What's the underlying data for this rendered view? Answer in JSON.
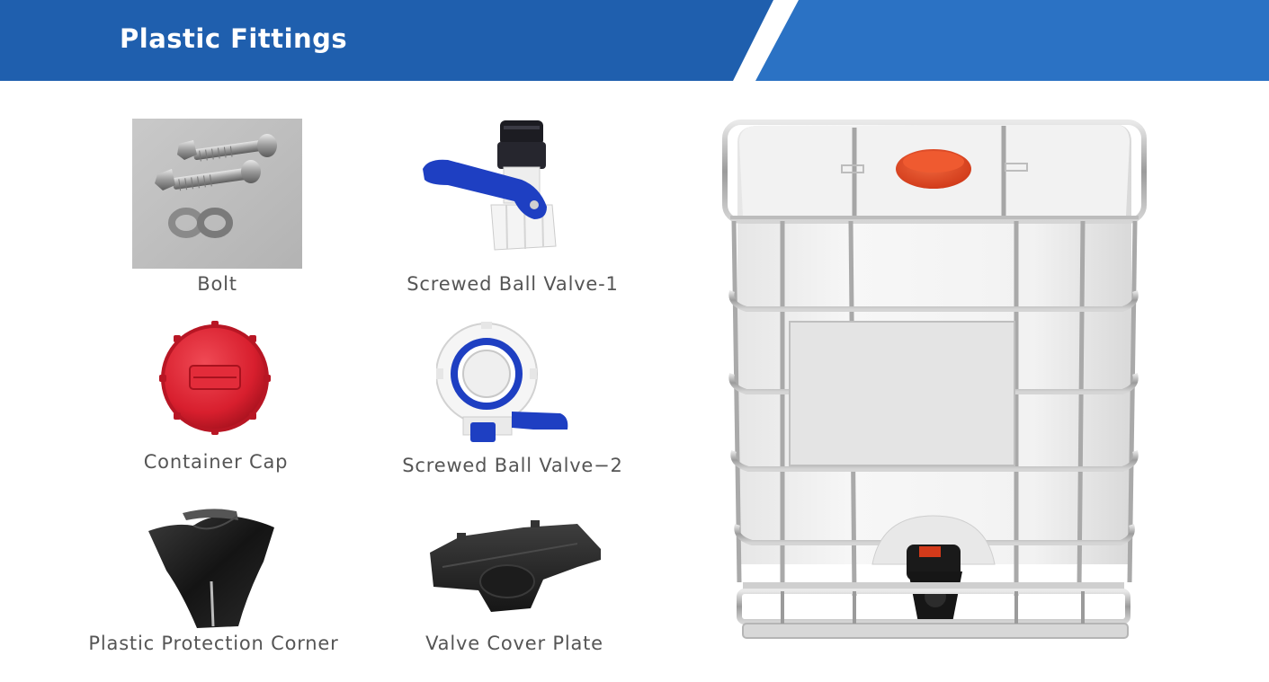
{
  "header": {
    "title": "Plastic Fittings"
  },
  "colors": {
    "banner_dark": "#1f5fae",
    "banner_light": "#2b72c4",
    "label_text": "#555555"
  },
  "products": {
    "bolt": {
      "label": "Bolt"
    },
    "ball_valve_1": {
      "label": "Screwed Ball Valve-1"
    },
    "container_cap": {
      "label": "Container Cap"
    },
    "ball_valve_2": {
      "label": "Screwed Ball Valve−2"
    },
    "protection_corner": {
      "label": "Plastic Protection Corner"
    },
    "valve_cover_plate": {
      "label": "Valve Cover Plate"
    }
  }
}
